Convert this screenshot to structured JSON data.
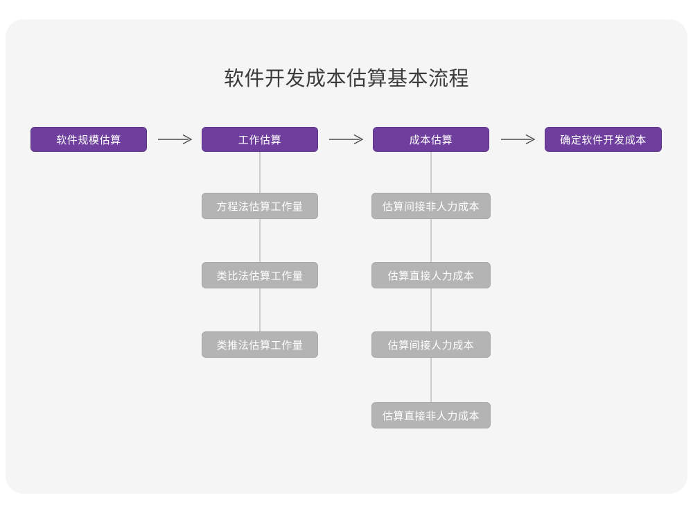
{
  "title": "软件开发成本估算基本流程",
  "flow": {
    "main_steps": [
      {
        "label": "软件规模估算"
      },
      {
        "label": "工作估算"
      },
      {
        "label": "成本估算"
      },
      {
        "label": "确定软件开发成本"
      }
    ],
    "arrow_icon": "right-arrow-icon",
    "branches": [
      {
        "parent": "工作估算",
        "items": [
          {
            "label": "方程法估算工作量"
          },
          {
            "label": "类比法估算工作量"
          },
          {
            "label": "类推法估算工作量"
          }
        ]
      },
      {
        "parent": "成本估算",
        "items": [
          {
            "label": "估算间接非人力成本"
          },
          {
            "label": "估算直接人力成本"
          },
          {
            "label": "估算间接人力成本"
          },
          {
            "label": "估算直接非人力成本"
          }
        ]
      }
    ]
  },
  "colors": {
    "page_background": "#ffffff",
    "card_background": "#f5f5f6",
    "primary_node": "#6f3f9e",
    "primary_node_border": "#5d3389",
    "secondary_node": "#b4b4b4",
    "secondary_node_border": "#a8a8a8",
    "node_text": "#ffffff",
    "title_text": "#3d3d3d",
    "connector_line": "#cccccc",
    "arrow": "#4a4a4a"
  }
}
